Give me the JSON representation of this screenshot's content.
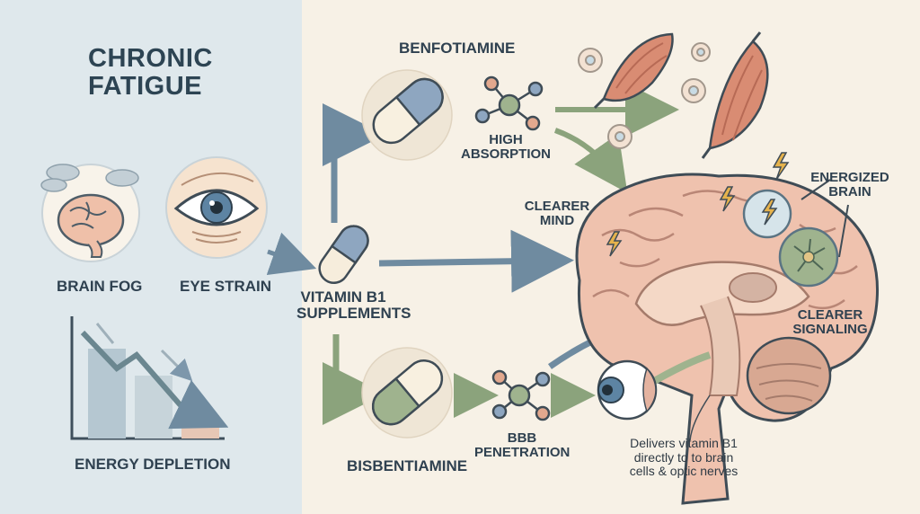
{
  "left": {
    "title_line1": "CHRONIC",
    "title_line2": "FATIGUE",
    "brain_fog": "BRAIN FOG",
    "eye_strain": "EYE STRAIN",
    "energy_depletion": "ENERGY DEPLETION"
  },
  "center": {
    "supplements_line1": "VITAMIN B1",
    "supplements_line2": "SUPPLEMENTS",
    "benfotiamine": "BENFOTIAMINE",
    "high_absorption_line1": "HIGH",
    "high_absorption_line2": "ABSORPTION",
    "bisbentiamine": "BISBENTIAMINE",
    "bbb_line1": "BBB",
    "bbb_line2": "PENETRATION"
  },
  "right": {
    "clearer_mind_line1": "CLEARER",
    "clearer_mind_line2": "MIND",
    "energized_line1": "ENERGIZED",
    "energized_line2": "BRAIN",
    "signaling_line1": "CLEARER",
    "signaling_line2": "SIGNALING",
    "delivers_line1": "Delivers vitamin B1",
    "delivers_line2": "directly to to brain",
    "delivers_line3": "cells & optic nerves"
  },
  "colors": {
    "left_panel_bg": "#dfe8ec",
    "main_bg": "#f7f1e6",
    "capsule_blue": "#8ea6c0",
    "capsule_green": "#9fb38e",
    "brain_pink": "#efc2ae",
    "arrow_blue": "#6f8ba0",
    "arrow_green": "#8ba37c"
  }
}
